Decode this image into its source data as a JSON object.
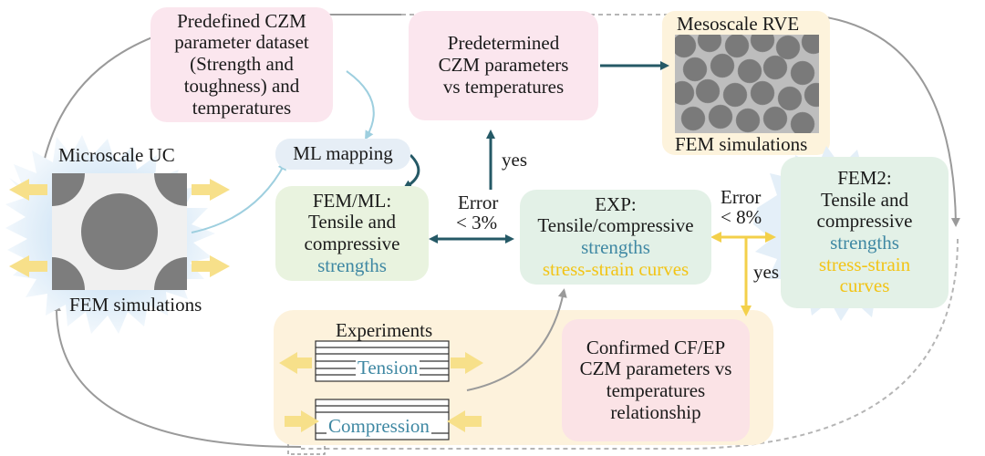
{
  "colors": {
    "pink_fill": "#fbe6ee",
    "green_fill": "#e9f3df",
    "mint_fill": "#e3f1e7",
    "cream_fill": "#fdf2dc",
    "blue_fill": "#e8f0f6",
    "arrow_dark": "#255966",
    "arrow_light": "#9ecfdf",
    "arrow_gold": "#f3d04a",
    "text_teal": "#3f88a3",
    "text_gold": "#f2c417",
    "gray_line": "#9a9a9a"
  },
  "dataset_box": {
    "lines": [
      "Predefined CZM",
      "parameter dataset",
      "(Strength and",
      "toughness) and",
      "temperatures"
    ]
  },
  "predetermined_box": {
    "lines": [
      "Predetermined",
      "CZM parameters",
      "vs temperatures"
    ]
  },
  "mesoscale": {
    "title": "Mesoscale RVE",
    "caption": "FEM simulations"
  },
  "microscale": {
    "title": "Microscale UC",
    "caption": "FEM simulations"
  },
  "ml_mapping": {
    "label": "ML mapping"
  },
  "fem_ml_box": {
    "lines": [
      "FEM/ML:",
      "Tensile and",
      "compressive"
    ],
    "strength": "strengths"
  },
  "exp_box": {
    "lines": [
      "EXP:",
      "Tensile/compressive"
    ],
    "strength": "strengths",
    "curves": "stress-strain curves"
  },
  "fem2_box": {
    "lines": [
      "FEM2:",
      "Tensile and",
      "compressive"
    ],
    "strength": "strengths",
    "curves_lines": [
      "stress-strain",
      "curves"
    ]
  },
  "labels": {
    "yes_upper": "yes",
    "yes_lower": "yes",
    "error_left_line1": "Error",
    "error_left_line2": "< 3%",
    "error_right_line1": "Error",
    "error_right_line2": "< 8%"
  },
  "experiments": {
    "title": "Experiments",
    "tension": "Tension",
    "compression": "Compression"
  },
  "confirmed_box": {
    "lines": [
      "Confirmed CF/EP",
      "CZM parameters vs",
      "temperatures",
      "relationship"
    ]
  }
}
